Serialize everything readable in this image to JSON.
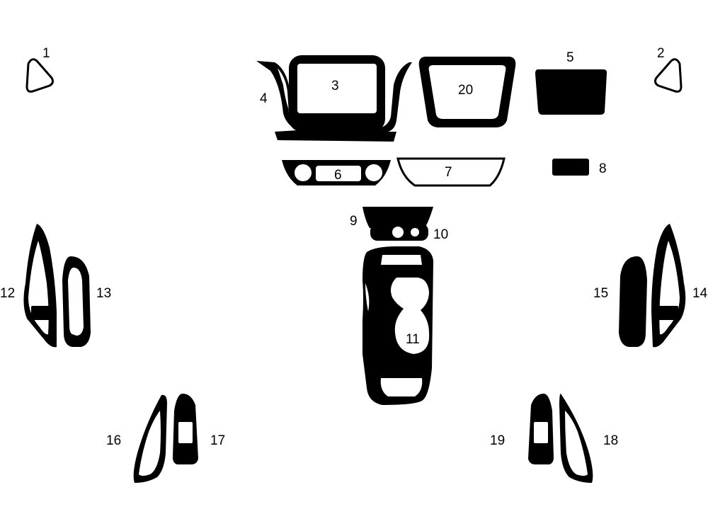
{
  "labels": {
    "p1": "1",
    "p2": "2",
    "p3": "3",
    "p4": "4",
    "p5": "5",
    "p6": "6",
    "p7": "7",
    "p8": "8",
    "p9": "9",
    "p10": "10",
    "p11": "11",
    "p12": "12",
    "p13": "13",
    "p14": "14",
    "p15": "15",
    "p16": "16",
    "p17": "17",
    "p18": "18",
    "p19": "19",
    "p20": "20"
  },
  "colors": {
    "piece": "#000000",
    "background": "#ffffff"
  }
}
